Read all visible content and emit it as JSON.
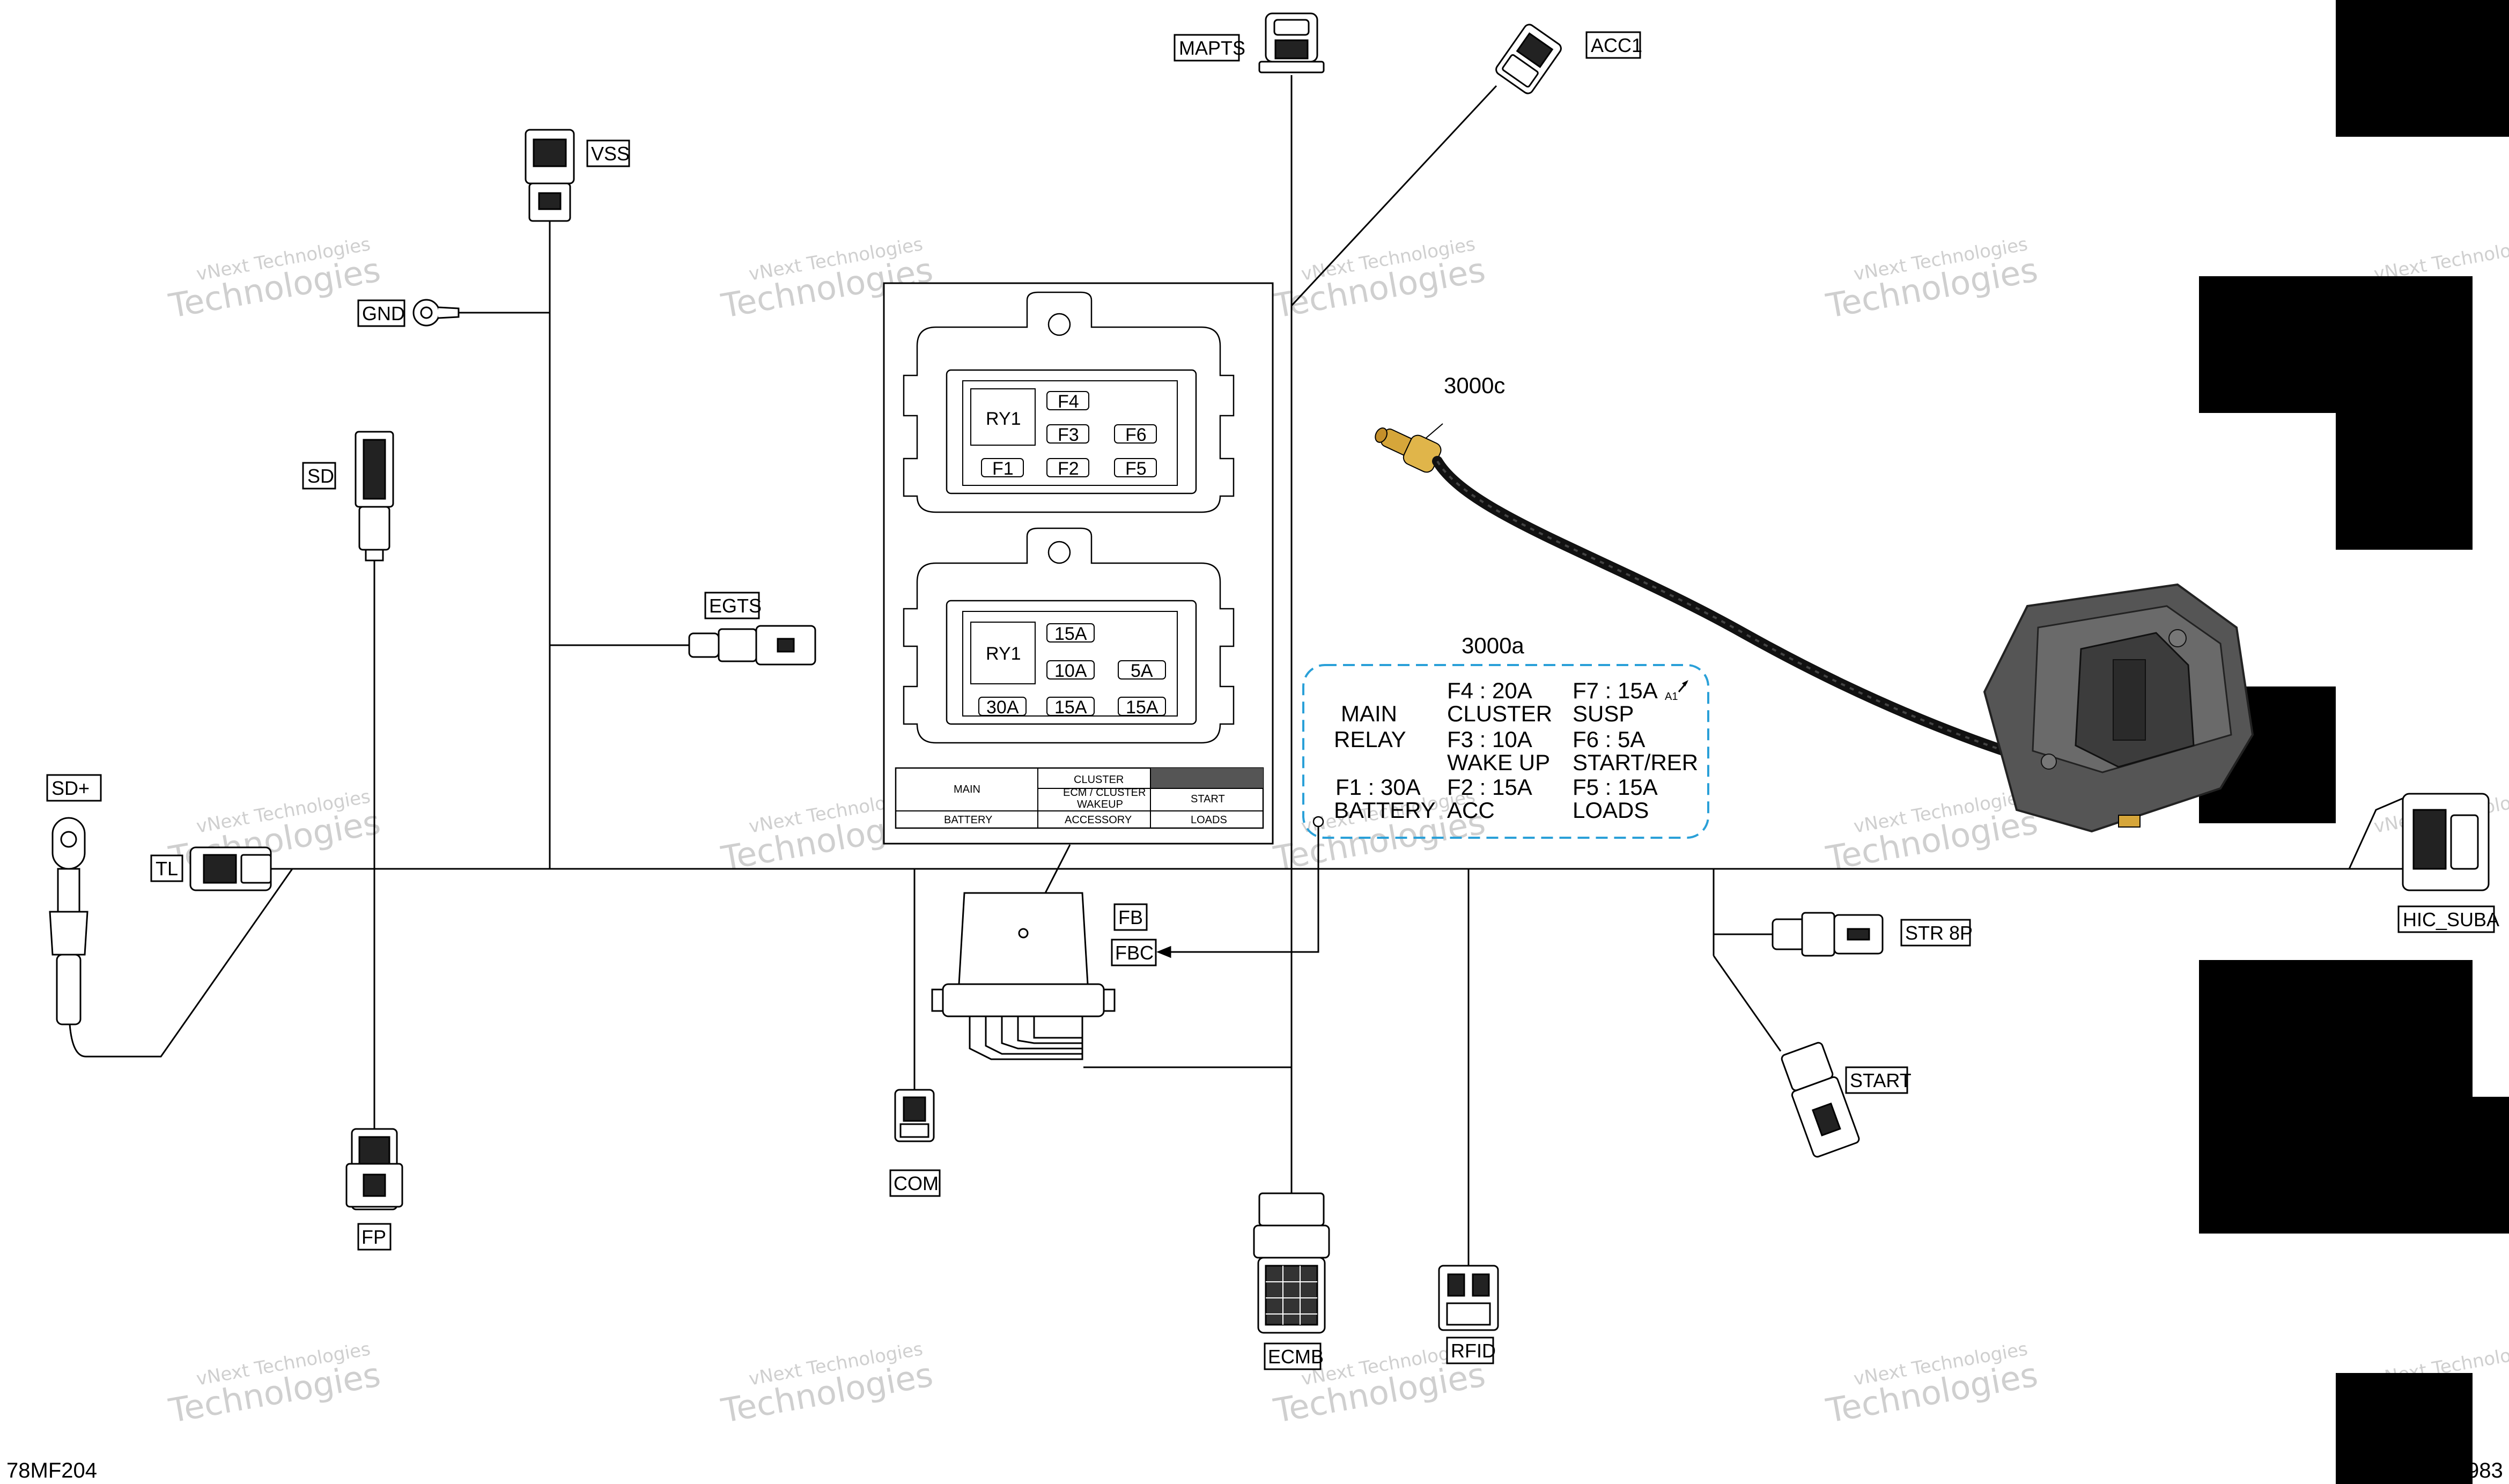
{
  "labels": {
    "mapts": "MAPTS",
    "acc1": "ACC1",
    "vss": "VSS",
    "gnd": "GND",
    "sd": "SD",
    "egts": "EGTS",
    "sd_plus": "SD+",
    "tl": "TL",
    "fp": "FP",
    "com": "COM",
    "fb": "FB",
    "fbc": "FBC",
    "ecmb": "ECMB",
    "rfid": "RFID",
    "str8p": "STR 8P",
    "start": "START",
    "hic_suba": "HIC_SUBA"
  },
  "callouts": {
    "c3000c": "3000c",
    "c3000a": "3000a"
  },
  "fusebox_top": {
    "relay": "RY1",
    "fuses": [
      "F4",
      "F3",
      "F6",
      "F1",
      "F2",
      "F5"
    ]
  },
  "fusebox_bottom": {
    "relay": "RY1",
    "fuses": [
      "15A",
      "10A",
      "5A",
      "30A",
      "15A",
      "15A"
    ]
  },
  "fusebox_table": {
    "main": "MAIN",
    "cluster": "CLUSTER",
    "ecm_cluster": "ECM / CLUSTER",
    "wakeup": "WAKEUP",
    "start": "START",
    "battery": "BATTERY",
    "accessory": "ACCESSORY",
    "loads": "LOADS"
  },
  "legend": {
    "main": "MAIN",
    "relay": "RELAY",
    "f4": "F4 : 20A",
    "cluster": "CLUSTER",
    "f7": "F7 : 15A",
    "susp": "SUSP",
    "f3": "F3 : 10A",
    "wakeup": "WAKE UP",
    "f6": "F6 : 5A",
    "start_rer": "START/RER",
    "f1": "F1 : 30A",
    "battery": "BATTERY",
    "f2": "F2 : 15A",
    "acc": "ACC",
    "f5": "F5 : 15A",
    "loads": "LOADS",
    "a1": "A1"
  },
  "watermark": {
    "line1": "vNext Technologies",
    "line2": "Technologies"
  },
  "footer": {
    "code": "78MF204",
    "page": "983"
  },
  "colors": {
    "line": "#000000",
    "legend_border": "#2aa0d8",
    "watermark": "#cfcfcf",
    "terminal": "#d6a63a"
  }
}
